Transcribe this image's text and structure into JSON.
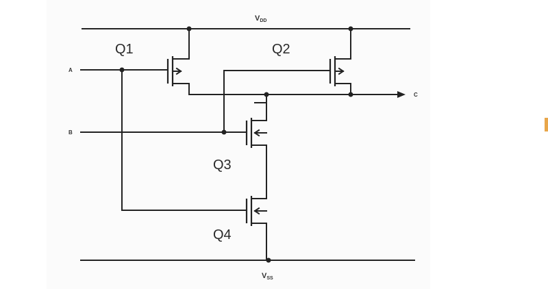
{
  "rails": {
    "vdd": {
      "main": "V",
      "sub": "DD"
    },
    "vss": {
      "main": "V",
      "sub": "SS"
    }
  },
  "inputs": {
    "a": "A",
    "b": "B"
  },
  "output": {
    "c": "C"
  },
  "transistors": {
    "q1": "Q1",
    "q2": "Q2",
    "q3": "Q3",
    "q4": "Q4"
  },
  "colors": {
    "wire": "#222222",
    "background": "#ffffff",
    "edge_mark": "#e8a64a"
  }
}
